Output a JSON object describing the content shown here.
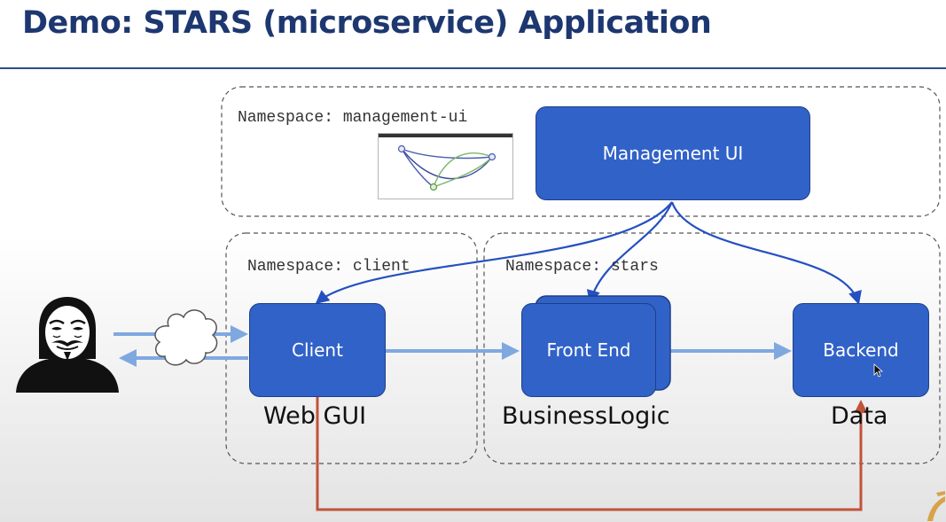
{
  "slide": {
    "title": "Demo: STARS (microservice) Application"
  },
  "namespaces": {
    "management_ui": "Namespace: management-ui",
    "client": "Namespace: client",
    "stars": "Namespace: stars"
  },
  "nodes": {
    "management_ui": "Management UI",
    "client": "Client",
    "front_end": "Front End",
    "backend": "Backend"
  },
  "tiers": {
    "web_gui": "Web GUI",
    "business_logic": "BusinessLogic",
    "data": "Data"
  },
  "icons": {
    "user": "anonymous-hacker-icon",
    "network": "cloud-icon",
    "pointer": "mouse-cursor-icon",
    "brand": "logo-mark-icon",
    "preview": "graph-thumbnail-icon"
  },
  "colors": {
    "title": "#1d3770",
    "node_fill": "#3162c8",
    "node_border": "#1e3f8a",
    "management_arrows": "#2450c0",
    "flow_arrows": "#7fa8e0",
    "direct_path": "#c0533a"
  }
}
